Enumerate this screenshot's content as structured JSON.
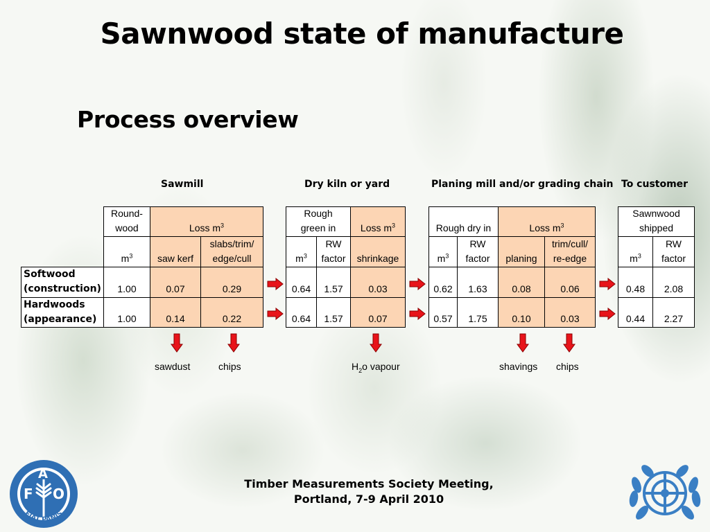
{
  "title": "Sawnwood state of manufacture",
  "subtitle": "Process overview",
  "stages": {
    "sawmill": "Sawmill",
    "dry": "Dry kiln or yard",
    "planing": "Planing mill and/or grading chain",
    "customer": "To customer"
  },
  "headers": {
    "roundwood": [
      "Round-",
      "wood"
    ],
    "loss": "Loss m",
    "exp3": "3",
    "m": "m",
    "saw_kerf": "saw kerf",
    "slabs": [
      "slabs/trim/",
      "edge/cull"
    ],
    "rough_green": [
      "Rough",
      "green in"
    ],
    "rw": [
      "RW",
      "factor"
    ],
    "shrinkage": "shrinkage",
    "rough_dry": "Rough dry in",
    "planing": "planing",
    "trim_cull": [
      "trim/cull/",
      "re-edge"
    ],
    "sawnwood_shipped": [
      "Sawnwood",
      "shipped"
    ]
  },
  "rows": [
    {
      "label": [
        "Softwood",
        "(construction)"
      ],
      "values": [
        "1.00",
        "0.07",
        "0.29",
        "0.64",
        "1.57",
        "0.03",
        "0.62",
        "1.63",
        "0.08",
        "0.06",
        "0.48",
        "2.08"
      ]
    },
    {
      "label": [
        "Hardwoods",
        "(appearance)"
      ],
      "values": [
        "1.00",
        "0.14",
        "0.22",
        "0.64",
        "1.57",
        "0.07",
        "0.57",
        "1.75",
        "0.10",
        "0.03",
        "0.44",
        "2.27"
      ]
    }
  ],
  "byproducts": {
    "sawdust": "sawdust",
    "chips1": "chips",
    "h2o_pre": "H",
    "h2o_sub": "2",
    "h2o_post": "o vapour",
    "shavings": "shavings",
    "chips2": "chips"
  },
  "footer": [
    "Timber Measurements Society Meeting,",
    "Portland, 7-9 April 2010"
  ],
  "logos": {
    "fao_letters": [
      "F",
      "A",
      "O"
    ],
    "fao_motto": "FIAT PANIS",
    "un": "United Nations emblem"
  },
  "colors": {
    "loss_fill": "#fcd5b4",
    "arrow": "#e8141a",
    "fao_blue": "#2f6fb4",
    "un_blue": "#3a7fc4"
  },
  "icons": [
    "arrow-right-icon",
    "arrow-down-icon",
    "fao-logo-icon",
    "un-emblem-icon"
  ]
}
